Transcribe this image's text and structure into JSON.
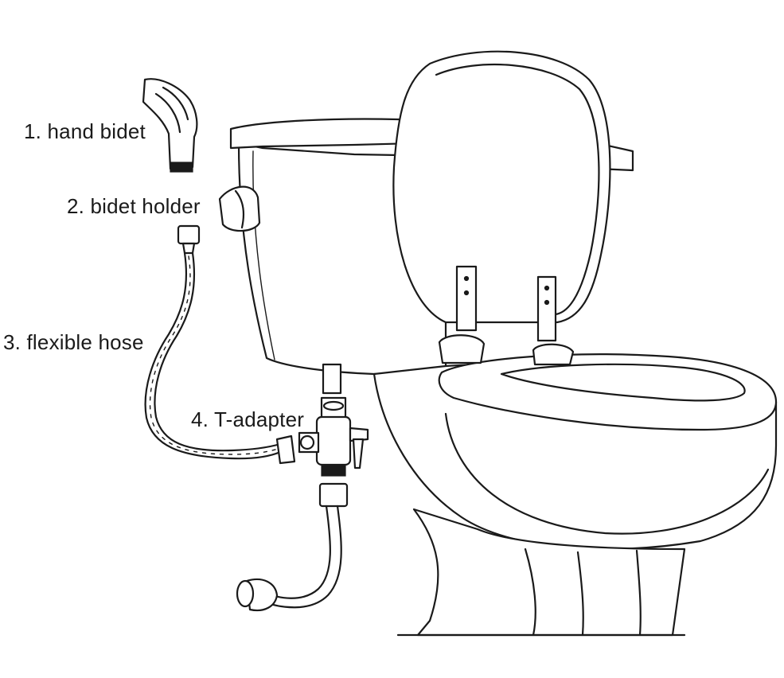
{
  "labels": {
    "hand_bidet": "1. hand bidet",
    "bidet_holder": "2. bidet holder",
    "flexible_hose": "3. flexible hose",
    "t_adapter": "4. T-adapter"
  }
}
